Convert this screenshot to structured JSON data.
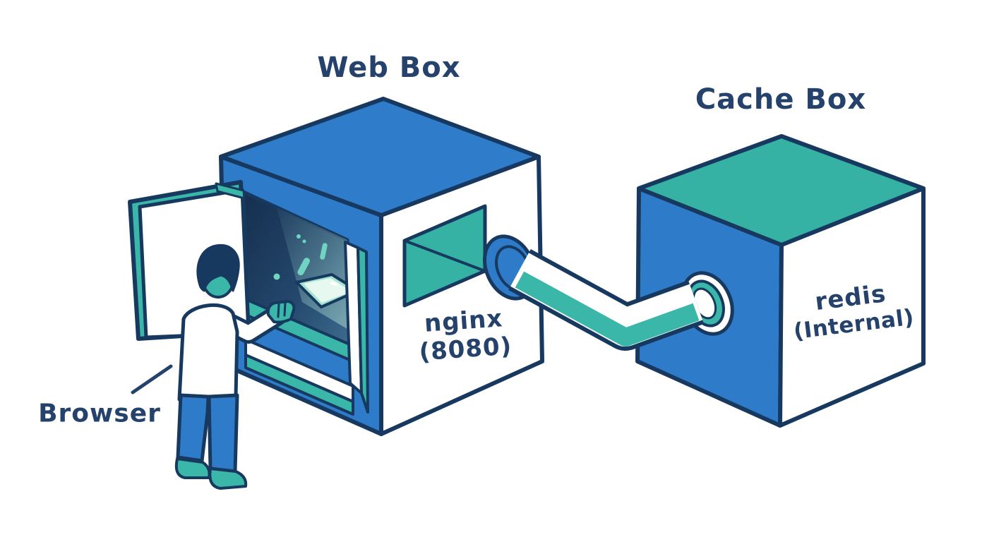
{
  "labels": {
    "web_box_title": "Web Box",
    "cache_box_title": "Cache Box",
    "web_service": "nginx",
    "web_port": "(8080)",
    "cache_service": "redis",
    "cache_scope": "(Internal)",
    "actor_label": "Browser"
  },
  "colors": {
    "blue": "#2e7bc9",
    "teal": "#3ab7a8",
    "navy_outline": "#17395f",
    "text_navy": "#24426b",
    "interior_dark": "#1c3c63",
    "mint_glow": "#e6f8f0",
    "background": "#ffffff"
  },
  "architecture": {
    "nodes": [
      {
        "id": "browser",
        "label": "Browser",
        "type": "actor"
      },
      {
        "id": "web-box",
        "label": "Web Box",
        "service": "nginx",
        "port": "(8080)"
      },
      {
        "id": "cache-box",
        "label": "Cache Box",
        "service": "redis",
        "scope": "(Internal)"
      }
    ],
    "connections": [
      {
        "from": "browser",
        "to": "web-box"
      },
      {
        "from": "web-box",
        "to": "cache-box"
      }
    ]
  }
}
